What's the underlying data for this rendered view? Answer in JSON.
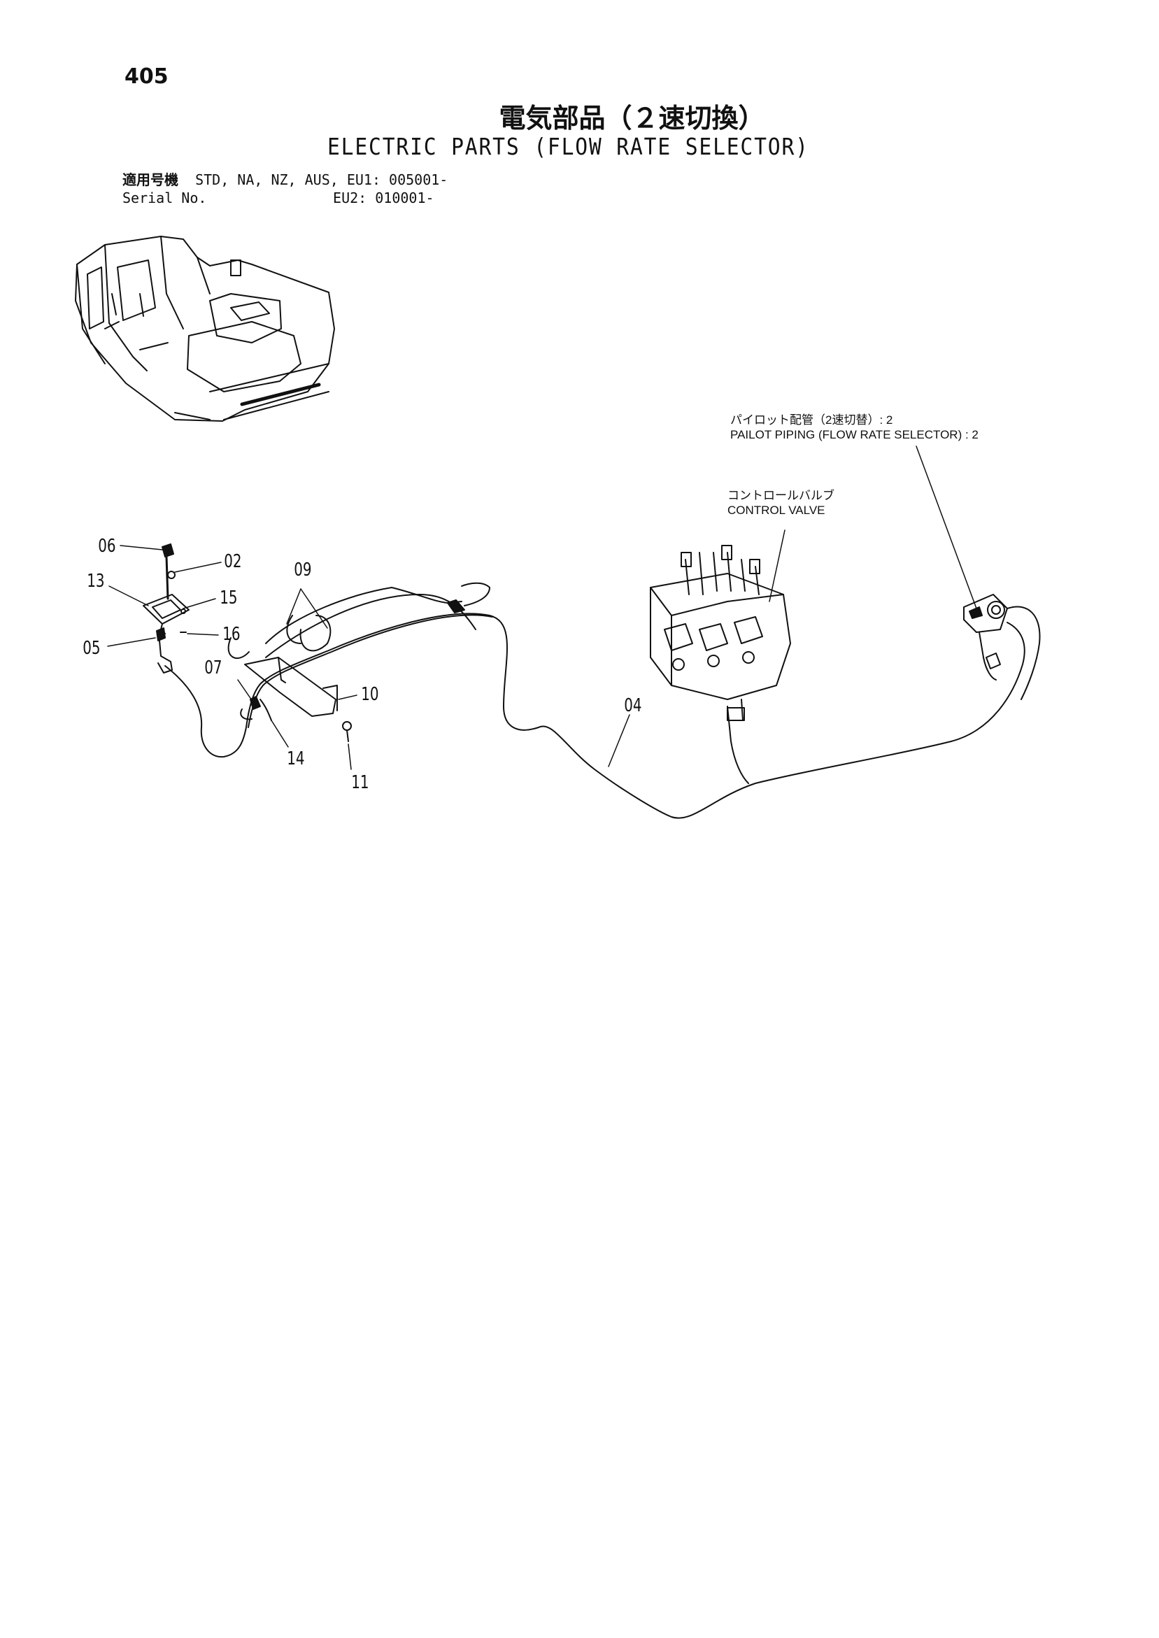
{
  "page": {
    "number": "405"
  },
  "title": {
    "jp": "電気部品（２速切換）",
    "en": "ELECTRIC PARTS (FLOW RATE SELECTOR)"
  },
  "serial": {
    "label_jp": "適用号機",
    "label_en": "Serial No.",
    "line1": "STD, NA, NZ, AUS, EU1: 005001-",
    "line2": "EU2: 010001-"
  },
  "callouts": {
    "pilot_jp": "パイロット配管（2速切替）: 2",
    "pilot_en": "PAILOT PIPING (FLOW RATE SELECTOR) : 2",
    "valve_jp": "コントロールバルブ",
    "valve_en": "CONTROL VALVE"
  },
  "parts": {
    "p06": "06",
    "p02": "02",
    "p13": "13",
    "p15": "15",
    "p05": "05",
    "p16": "16",
    "p09": "09",
    "p07": "07",
    "p10": "10",
    "p14": "14",
    "p11": "11",
    "p04": "04"
  }
}
